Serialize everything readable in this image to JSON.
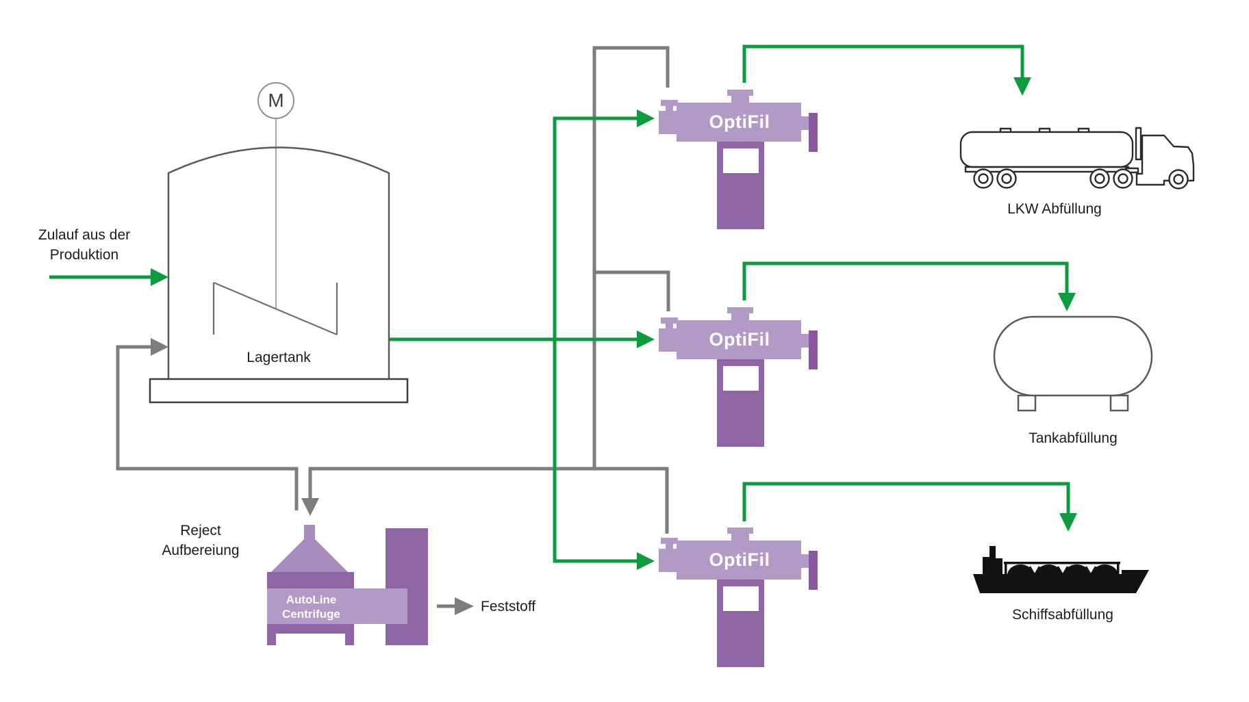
{
  "diagram": {
    "labels": {
      "inflow_line1": "Zulauf aus der",
      "inflow_line2": "Produktion",
      "storage_tank": "Lagertank",
      "motor": "M",
      "reject_line1": "Reject",
      "reject_line2": "Aufbereiung",
      "centrifuge_line1": "AutoLine",
      "centrifuge_line2": "Centrifuge",
      "solids": "Feststoff",
      "truck_filling": "LKW Abfüllung",
      "tank_filling": "Tankabfüllung",
      "ship_filling": "Schiffsabfüllung"
    },
    "filters": [
      {
        "label": "OptiFil"
      },
      {
        "label": "OptiFil"
      },
      {
        "label": "OptiFil"
      }
    ],
    "colors": {
      "product_line_green": "#0c9c3e",
      "reject_line_gray": "#7d7d7d",
      "filter_body_light": "#b29ac6",
      "filter_column_dark": "#9065a6",
      "filter_flange": "#8a57a0",
      "centrifuge_funnel": "#a98cbe",
      "outline_dark": "#595959",
      "silhouette_black": "#121212",
      "text_black": "#1c1c1c"
    }
  }
}
